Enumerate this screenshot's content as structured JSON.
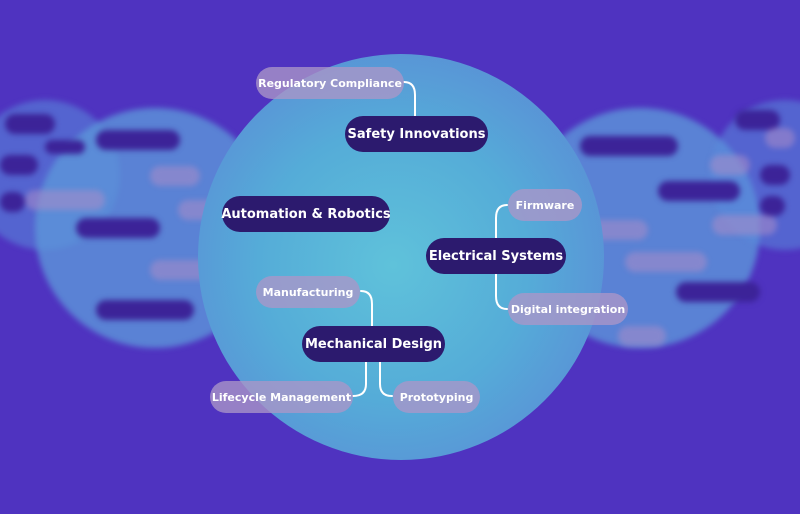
{
  "colors": {
    "background": "#4f33c0",
    "main_node": "#2c1a6e",
    "sub_node": "#aa96c8",
    "connector": "#ffffff",
    "circle_center": "#5fc2da",
    "circle_edge": "#5d7fd3"
  },
  "mindmap": {
    "main_nodes": [
      {
        "label": "Safety Innovations"
      },
      {
        "label": "Automation & Robotics"
      },
      {
        "label": "Electrical Systems"
      },
      {
        "label": "Mechanical Design"
      }
    ],
    "sub_nodes": [
      {
        "label": "Regulatory Compliance",
        "parent": "Safety Innovations"
      },
      {
        "label": "Firmware",
        "parent": "Electrical Systems"
      },
      {
        "label": "Digital integration",
        "parent": "Electrical Systems"
      },
      {
        "label": "Manufacturing",
        "parent": "Mechanical Design"
      },
      {
        "label": "Lifecycle Management",
        "parent": "Mechanical Design"
      },
      {
        "label": "Prototyping",
        "parent": "Mechanical Design"
      }
    ]
  }
}
